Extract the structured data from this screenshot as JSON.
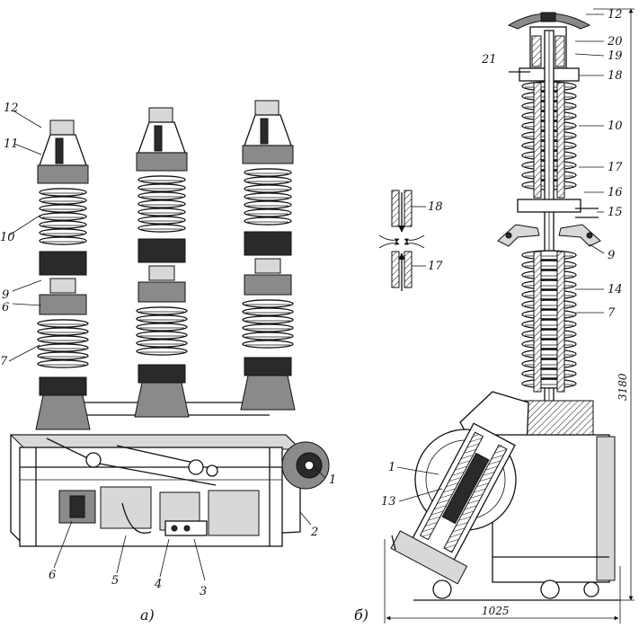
{
  "view_a": {
    "caption": "а)",
    "labels": [
      "12",
      "11",
      "10",
      "9",
      "6",
      "7",
      "1",
      "2",
      "3",
      "4",
      "5",
      "6"
    ]
  },
  "view_b": {
    "caption": "б)",
    "labels": [
      "12",
      "20",
      "19",
      "18",
      "21",
      "10",
      "17",
      "16",
      "15",
      "9",
      "14",
      "7",
      "1",
      "13"
    ],
    "dim_width": "1025",
    "dim_height": "3180"
  },
  "inset": {
    "labels": [
      "18",
      "17"
    ]
  }
}
